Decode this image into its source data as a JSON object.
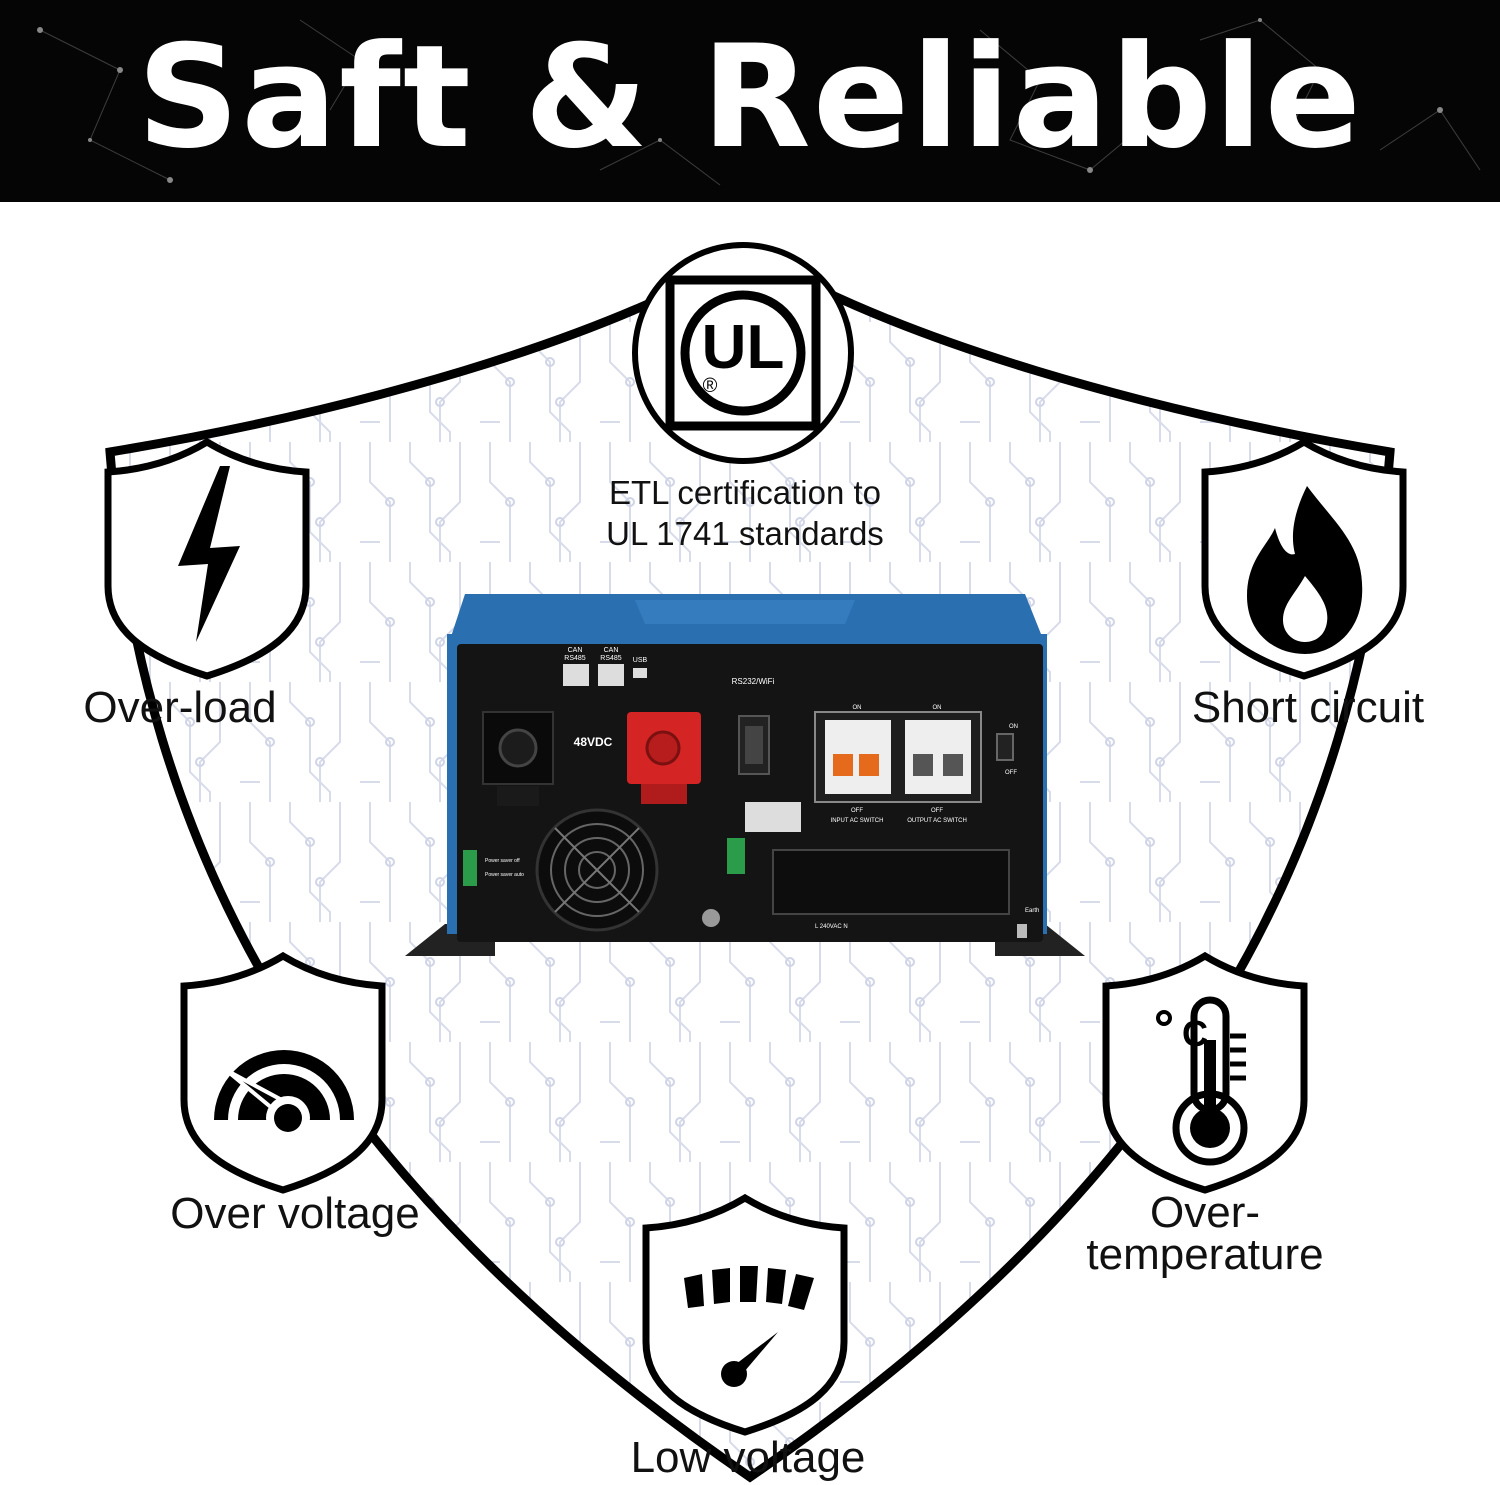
{
  "header": {
    "title": "Saft & Reliable",
    "background_color": "#050505",
    "text_color": "#ffffff"
  },
  "certification": {
    "logo_letters": "UL",
    "logo_mark": "®",
    "line1": "ETL certification to",
    "line2": "UL 1741 standards"
  },
  "features": {
    "overload": {
      "label": "Over-load",
      "icon": "lightning-bolt-icon"
    },
    "short_circuit": {
      "label": "Short circuit",
      "icon": "flame-icon"
    },
    "over_voltage": {
      "label": "Over voltage",
      "icon": "gauge-high-icon"
    },
    "over_temperature": {
      "label_line1": "Over-",
      "label_line2": "temperature",
      "icon": "thermometer-icon"
    },
    "low_voltage": {
      "label": "Low voltage",
      "icon": "gauge-low-icon"
    }
  },
  "product_panel": {
    "port1_top": "CAN",
    "port1_bottom": "RS485",
    "port2_top": "CAN",
    "port2_bottom": "RS485",
    "usb": "USB",
    "rs232": "RS232/WiFi",
    "battery": "48VDC",
    "on_left": "ON",
    "on_right": "ON",
    "off_left": "OFF",
    "off_right": "OFF",
    "input_switch": "INPUT AC SWITCH",
    "output_switch": "OUTPUT AC SWITCH",
    "power_on": "ON",
    "power_off": "OFF",
    "saver_off": "Power saver off",
    "saver_auto": "Power saver auto",
    "earth": "Earth",
    "terminal": "L 240VAC N"
  },
  "colors": {
    "accent_blue": "#2a6fb0",
    "chassis": "#141414",
    "terminal_red": "#d42424",
    "breaker_orange": "#e66a1c"
  }
}
